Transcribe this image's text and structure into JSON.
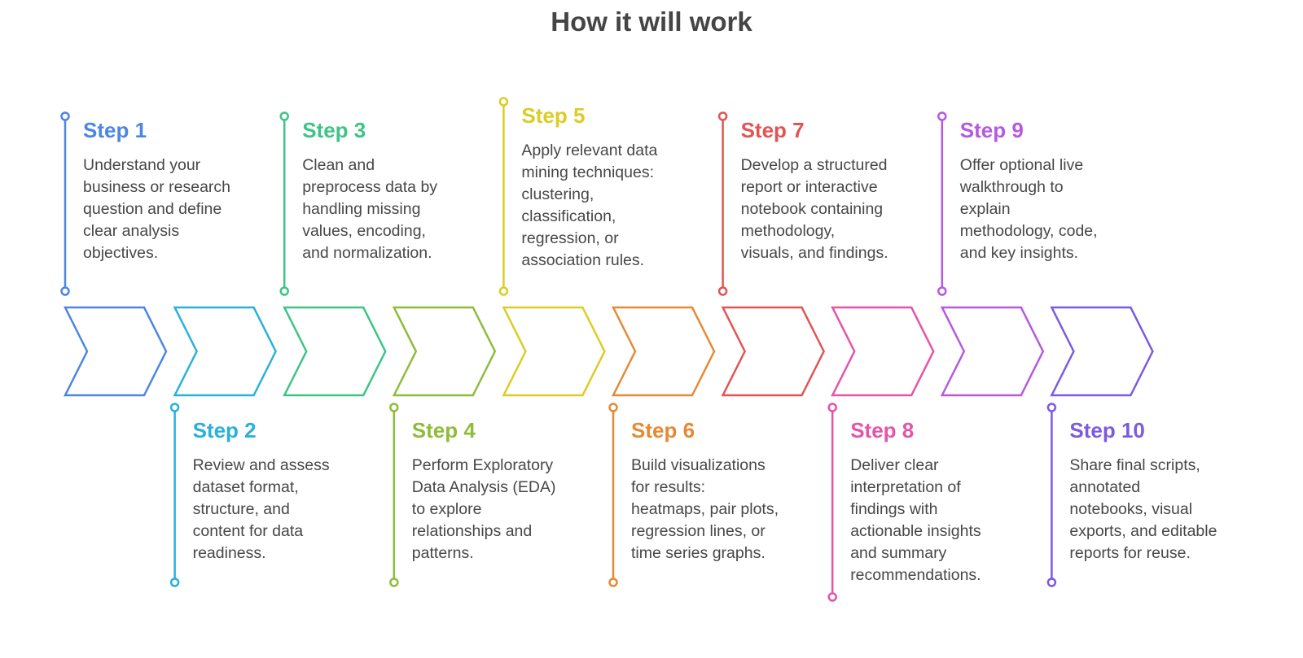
{
  "title": "How it will work",
  "steps": [
    {
      "label": "Step 1",
      "color": "#4c86e0",
      "lines": [
        "Understand your",
        "business or research",
        "question and define",
        "clear analysis",
        "objectives."
      ]
    },
    {
      "label": "Step 2",
      "color": "#2ab0dc",
      "lines": [
        "Review and assess",
        "dataset format,",
        "structure, and",
        "content for data",
        "readiness."
      ]
    },
    {
      "label": "Step 3",
      "color": "#3ec487",
      "lines": [
        "Clean and",
        "preprocess data by",
        "handling missing",
        "values, encoding,",
        "and normalization."
      ]
    },
    {
      "label": "Step 4",
      "color": "#8dbd3a",
      "lines": [
        "Perform Exploratory",
        "Data Analysis (EDA)",
        "to explore",
        "relationships and",
        "patterns."
      ]
    },
    {
      "label": "Step 5",
      "color": "#ddcc25",
      "lines": [
        "Apply relevant data",
        "mining techniques:",
        "clustering,",
        "classification,",
        "regression, or",
        "association rules."
      ]
    },
    {
      "label": "Step 6",
      "color": "#e48a35",
      "lines": [
        "Build visualizations",
        "for results:",
        "heatmaps, pair plots,",
        "regression lines, or",
        "time series graphs."
      ]
    },
    {
      "label": "Step 7",
      "color": "#e25454",
      "lines": [
        "Develop a structured",
        "report or interactive",
        "notebook containing",
        "methodology,",
        "visuals, and findings."
      ]
    },
    {
      "label": "Step 8",
      "color": "#e454a8",
      "lines": [
        "Deliver clear",
        "interpretation of",
        "findings with",
        "actionable insights",
        "and summary",
        "recommendations."
      ]
    },
    {
      "label": "Step 9",
      "color": "#b659e0",
      "lines": [
        "Offer optional live",
        "walkthrough to",
        "explain",
        "methodology, code,",
        "and key insights."
      ]
    },
    {
      "label": "Step 10",
      "color": "#7c5be0",
      "lines": [
        "Share final scripts,",
        "annotated",
        "notebooks, visual",
        "exports, and editable",
        "reports for reuse."
      ]
    }
  ]
}
